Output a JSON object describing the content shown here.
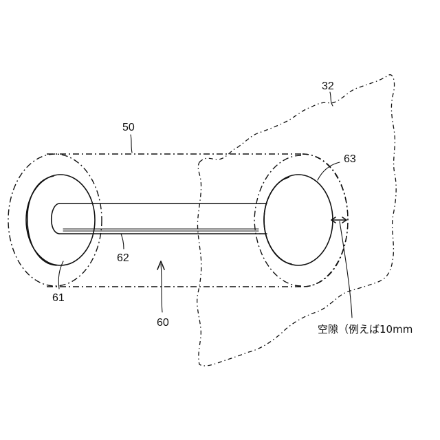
{
  "labels": {
    "ref_32": "32",
    "ref_50": "50",
    "ref_60": "60",
    "ref_61": "61",
    "ref_62": "62",
    "ref_63": "63",
    "gap_note": "空隙（例えば10mm"
  }
}
